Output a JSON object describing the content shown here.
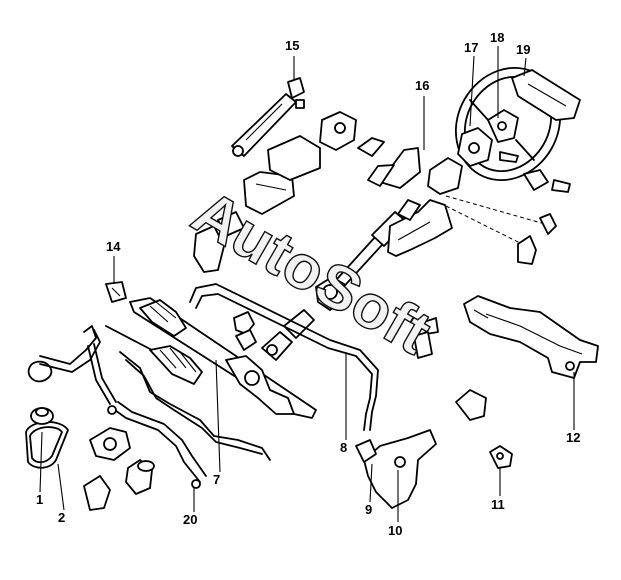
{
  "watermark": "AutoSoft",
  "callouts": [
    {
      "id": "c1",
      "num": "1"
    },
    {
      "id": "c2",
      "num": "2"
    },
    {
      "id": "c7",
      "num": "7"
    },
    {
      "id": "c8",
      "num": "8"
    },
    {
      "id": "c9",
      "num": "9"
    },
    {
      "id": "c10",
      "num": "10"
    },
    {
      "id": "c11",
      "num": "11"
    },
    {
      "id": "c12",
      "num": "12"
    },
    {
      "id": "c14",
      "num": "14"
    },
    {
      "id": "c15",
      "num": "15"
    },
    {
      "id": "c16",
      "num": "16"
    },
    {
      "id": "c17",
      "num": "17"
    },
    {
      "id": "c18",
      "num": "18"
    },
    {
      "id": "c19",
      "num": "19"
    },
    {
      "id": "c20",
      "num": "20"
    }
  ]
}
